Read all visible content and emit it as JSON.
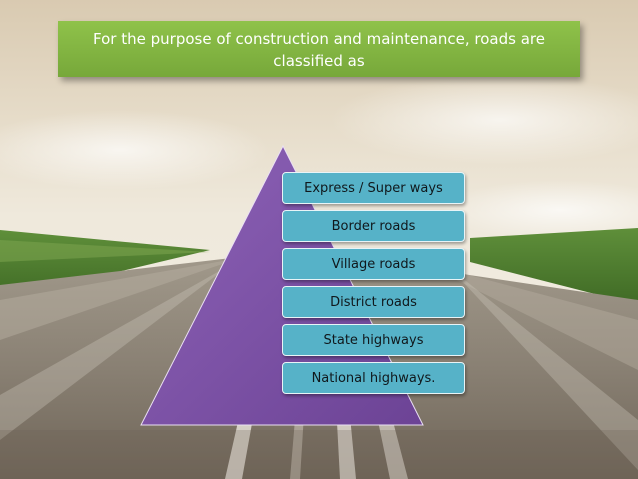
{
  "title": "For the purpose of construction and maintenance, roads are classified as",
  "tiers": [
    {
      "label": "Express / Super ways"
    },
    {
      "label": "Border roads"
    },
    {
      "label": "Village roads"
    },
    {
      "label": "District roads"
    },
    {
      "label": "State highways"
    },
    {
      "label": "National highways."
    }
  ],
  "colors": {
    "banner": "#7fb241",
    "pyramid": "#7a4fa3",
    "tier_box": "#56b2c8"
  }
}
